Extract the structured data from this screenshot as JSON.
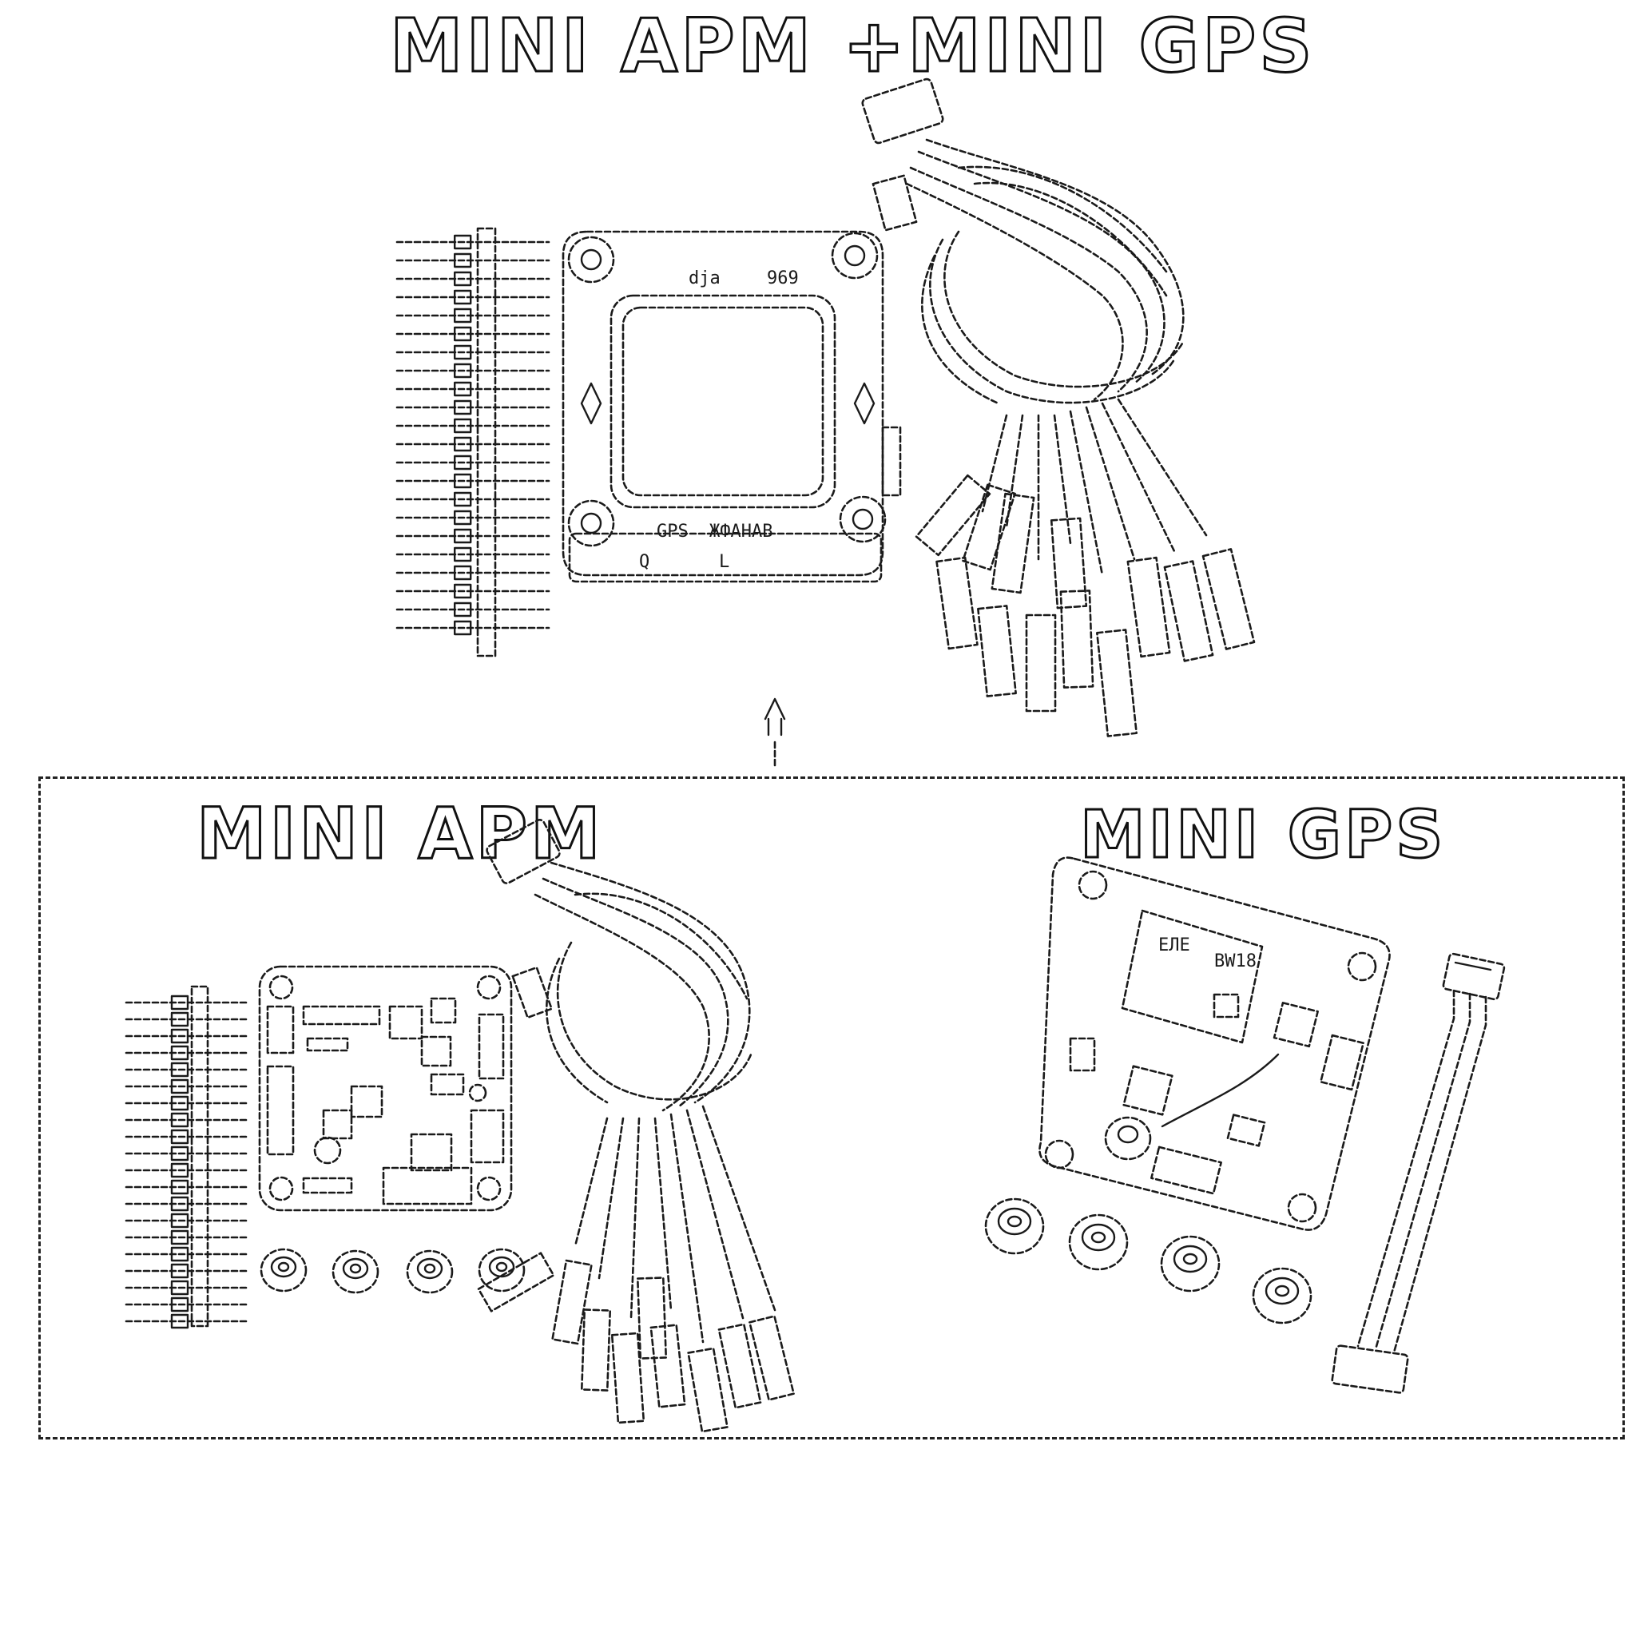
{
  "titles": {
    "combined": "MINI APM +MINI GPS",
    "apm": "MINI APM",
    "gps": "MINI GPS"
  },
  "board_markings": {
    "combined_top_left": "dja",
    "combined_top_right": "969",
    "combined_bottom_left": "GPS",
    "combined_bottom_right": "ЖФАНАВ",
    "combined_bottom_strip_left": "Q",
    "combined_bottom_strip_right": "L",
    "gps_module": "ЕЛЕ",
    "gps_module_right": "BW18"
  },
  "colors": {
    "ink": "#1a1a1a",
    "background": "#ffffff"
  }
}
